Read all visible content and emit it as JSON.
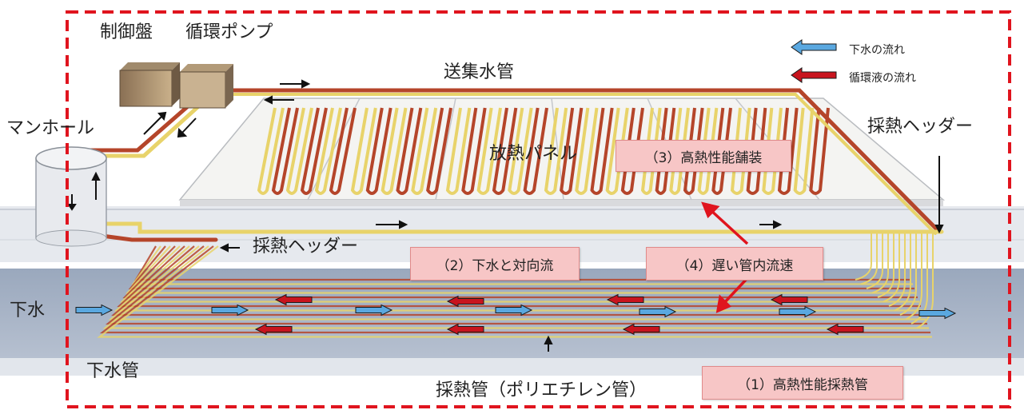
{
  "labels": {
    "control_panel": "制御盤",
    "circulation_pump": "循環ポンプ",
    "manhole": "マンホール",
    "supply_pipe": "送集水管",
    "radiator_panel": "放熱パネル",
    "header_left": "採熱ヘッダー",
    "header_right": "採熱ヘッダー",
    "sewage": "下水",
    "sewer_pipe": "下水管",
    "collector_pipe": "採熱管（ポリエチレン管）"
  },
  "callouts": {
    "c1": "（1）高熱性能採熱管",
    "c2": "（2）下水と対向流",
    "c3": "（3）高熱性能舗装",
    "c4": "（4）遅い管内流速"
  },
  "legend": {
    "sewage_flow": "下水の流れ",
    "coolant_flow": "循環液の流れ"
  },
  "colors": {
    "border": "#e0141e",
    "sewage_arrow": "#5aa8e0",
    "coolant_arrow": "#c8141e",
    "pipe_red": "#b5452a",
    "pipe_yellow": "#e8d36a",
    "callout_bg": "#f7c6c6"
  }
}
